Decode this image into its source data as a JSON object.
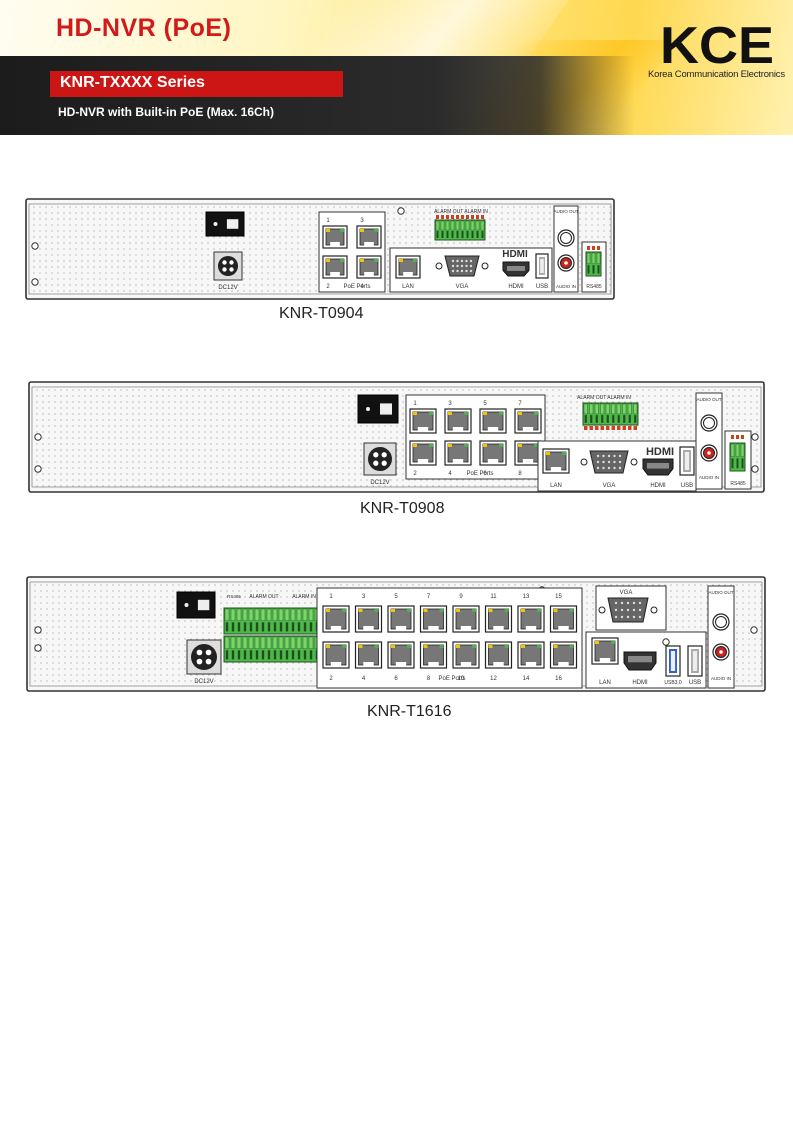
{
  "header": {
    "title": "HD-NVR (PoE)",
    "series": "KNR-TXXXX Series",
    "subtitle": "HD-NVR with Built-in PoE (Max. 16Ch)",
    "brand": "KCE",
    "brand_sub": "Korea Communication Electronics"
  },
  "colors": {
    "title_red": "#d21a1a",
    "series_red": "#cc1515",
    "terminal_green": "#4fb84a",
    "audio_red": "#cc2222"
  },
  "devices": [
    {
      "model": "KNR-T0904",
      "labels": {
        "dc": "DC12V",
        "poe": "PoE Ports",
        "lan": "LAN",
        "vga": "VGA",
        "hdmi": "HDMI",
        "usb": "USB",
        "audio_out": "AUDIO OUT",
        "audio_in": "AUDIO IN",
        "rs485": "RS485",
        "alarm": "ALARM OUT  ALARM IN"
      },
      "port_numbers": [
        "1",
        "3",
        "2",
        "4"
      ]
    },
    {
      "model": "KNR-T0908",
      "labels": {
        "dc": "DC12V",
        "poe": "PoE Ports",
        "lan": "LAN",
        "vga": "VGA",
        "hdmi": "HDMI",
        "usb": "USB",
        "audio_out": "AUDIO OUT",
        "audio_in": "AUDIO IN",
        "rs485": "RS485",
        "alarm": "ALARM OUT  ALARM IN"
      },
      "port_numbers": [
        "1",
        "3",
        "5",
        "7",
        "2",
        "4",
        "6",
        "8"
      ]
    },
    {
      "model": "KNR-T1616",
      "labels": {
        "dc": "DC12V",
        "poe": "PoE Ports",
        "lan": "LAN",
        "vga": "VGA",
        "hdmi": "HDMI",
        "usb": "USB",
        "usb3": "USB3.0",
        "audio_out": "AUDIO OUT",
        "audio_in": "AUDIO IN",
        "alarm_out": "ALARM OUT",
        "alarm_in": "ALARM IN",
        "rs485": "RS485"
      },
      "port_numbers": [
        "1",
        "3",
        "5",
        "7",
        "9",
        "11",
        "13",
        "15",
        "2",
        "4",
        "6",
        "8",
        "10",
        "12",
        "14",
        "16"
      ]
    }
  ]
}
